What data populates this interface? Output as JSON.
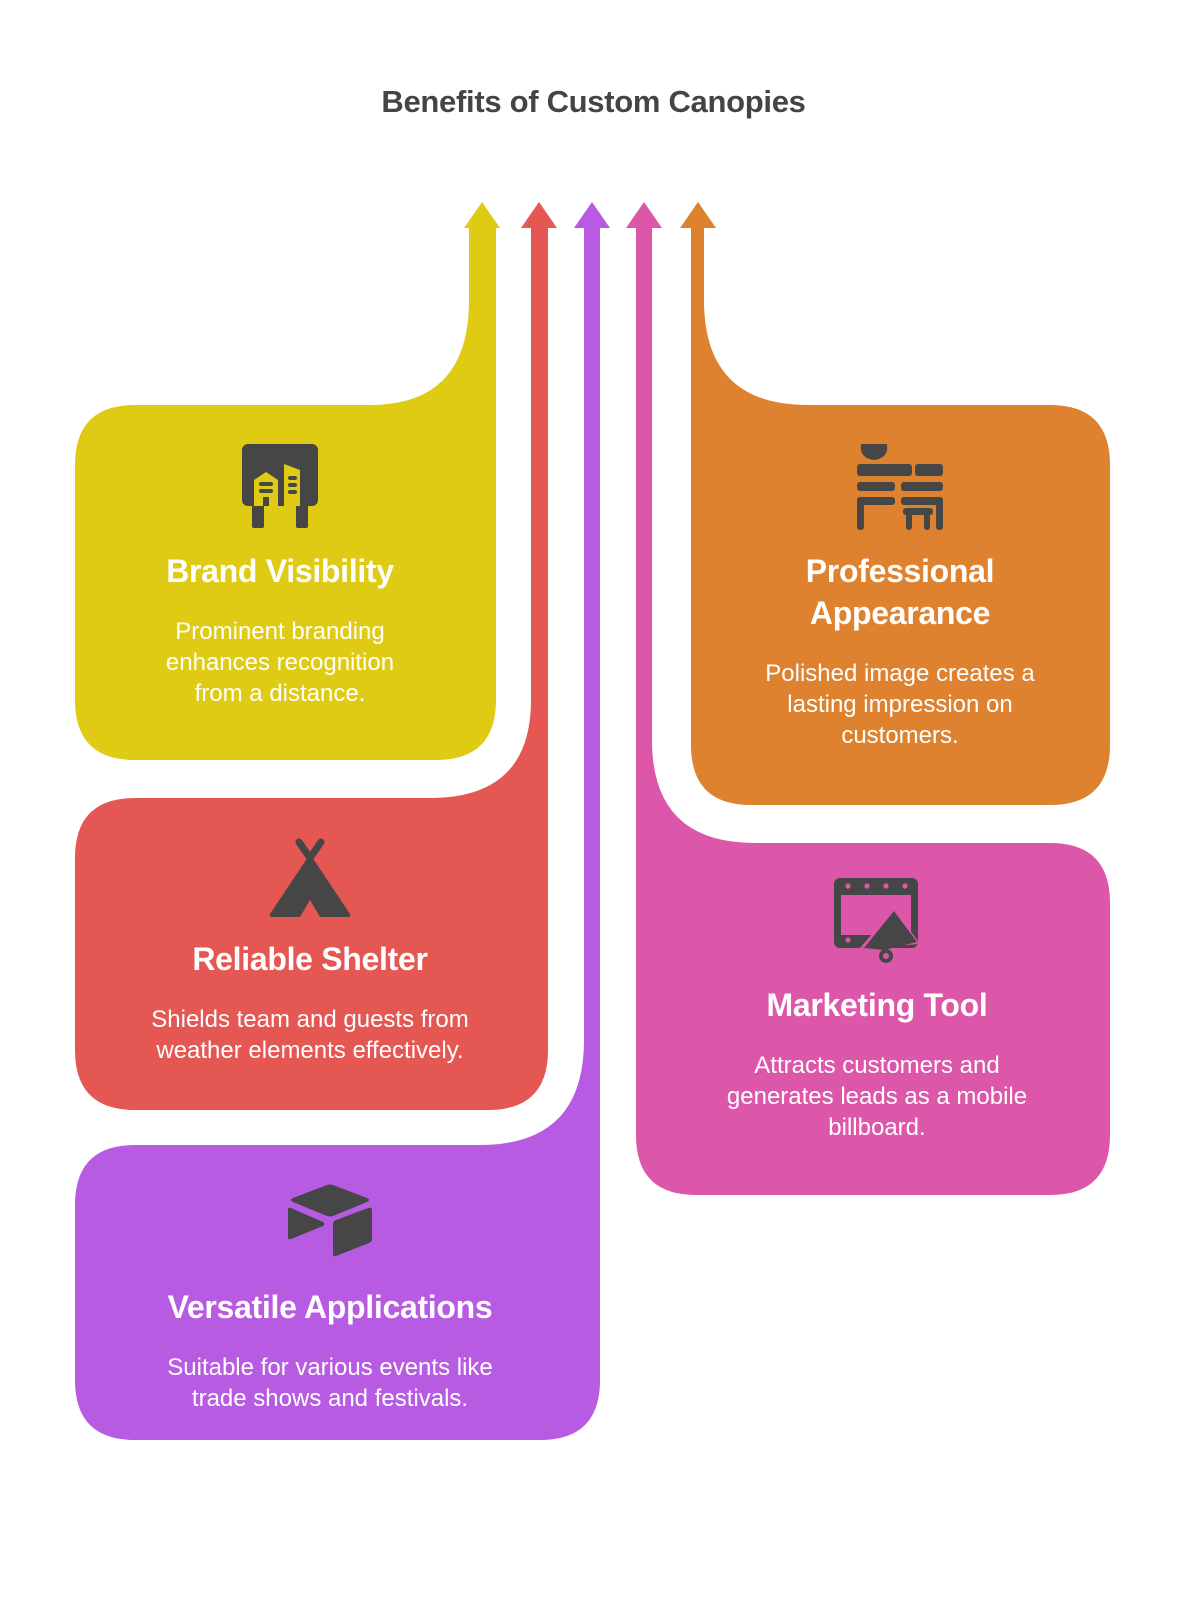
{
  "title": "Benefits of Custom Canopies",
  "colors": {
    "yellow": "#DFCB14",
    "red": "#E45753",
    "purple": "#B75CE2",
    "pink": "#DC57A9",
    "orange": "#DE822F",
    "icon": "#464646",
    "title_text": "#444444",
    "card_text": "#FFFFFF"
  },
  "benefits": [
    {
      "key": "brand-visibility",
      "title": "Brand Visibility",
      "description": [
        "Prominent branding",
        "enhances recognition",
        "from a distance."
      ],
      "icon": "billboard-buildings-icon",
      "color": "#DFCB14"
    },
    {
      "key": "reliable-shelter",
      "title": "Reliable Shelter",
      "description": [
        "Shields team and guests from",
        "weather elements effectively."
      ],
      "icon": "tent-icon",
      "color": "#E45753"
    },
    {
      "key": "versatile-applications",
      "title": "Versatile Applications",
      "description": [
        "Suitable for various events like",
        "trade shows and festivals."
      ],
      "icon": "cube-icon",
      "color": "#B75CE2"
    },
    {
      "key": "marketing-tool",
      "title": "Marketing Tool",
      "description": [
        "Attracts customers and",
        "generates leads as a mobile",
        "billboard."
      ],
      "icon": "megaphone-screen-icon",
      "color": "#DC57A9"
    },
    {
      "key": "professional-appearance",
      "title_lines": [
        "Professional",
        "Appearance"
      ],
      "description": [
        "Polished image creates a",
        "lasting impression on",
        "customers."
      ],
      "icon": "reception-desk-icon",
      "color": "#DE822F"
    }
  ]
}
